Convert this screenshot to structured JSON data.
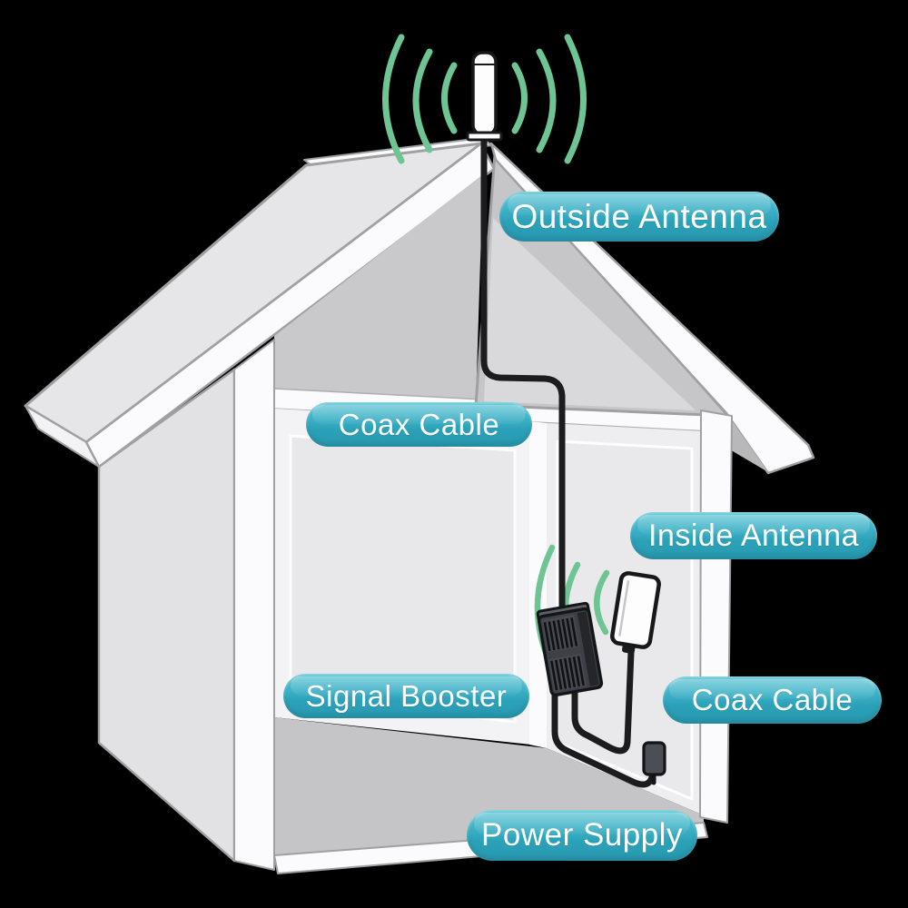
{
  "labels": {
    "outside_antenna": "Outside Antenna",
    "coax_cable_top": "Coax Cable",
    "inside_antenna": "Inside Antenna",
    "signal_booster": "Signal Booster",
    "coax_cable_right": "Coax Cable",
    "power_supply": "Power Supply"
  },
  "colors": {
    "label_teal": "#2fa5bb",
    "label_teal_light": "#58c3d4",
    "label_text": "#ffffff",
    "signal_wave_green": "#6ec492",
    "cable_black": "#1c1c1e",
    "house_wall_gray": "#e6e6e8",
    "house_floor_gray": "#c5c5c7"
  }
}
